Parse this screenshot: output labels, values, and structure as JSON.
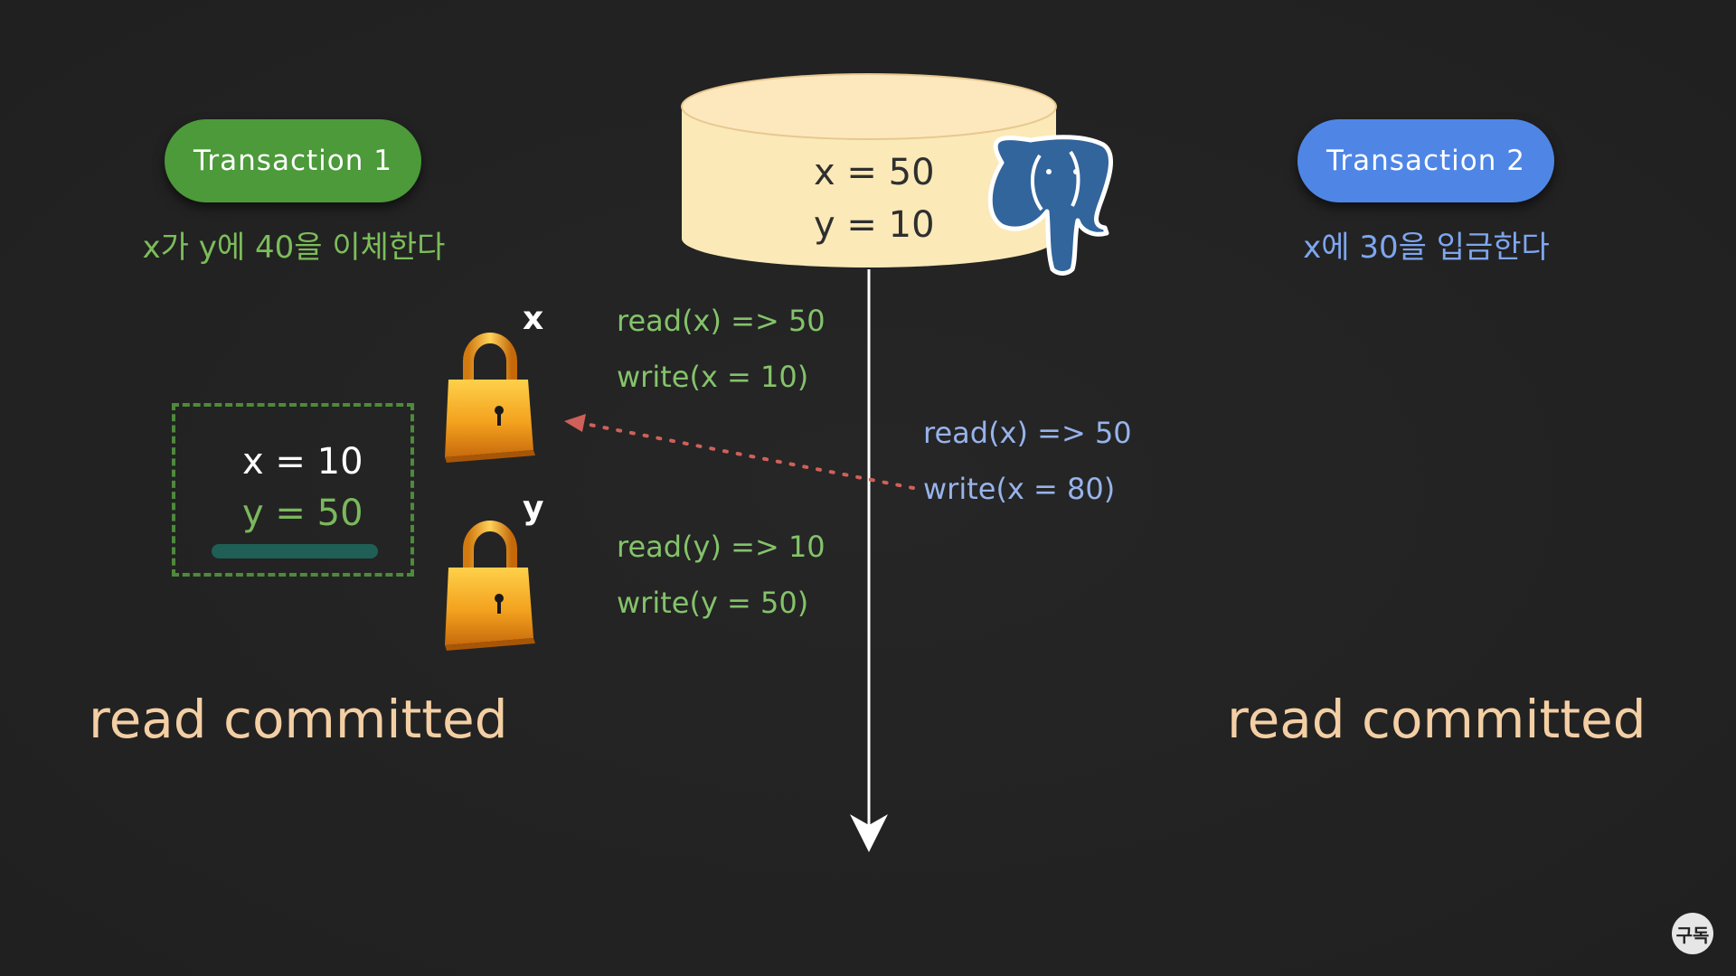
{
  "transaction1": {
    "label": "Transaction 1",
    "description": "x가 y에 40을 이체한다",
    "isolation": "read committed",
    "color": "#4c9a3a"
  },
  "transaction2": {
    "label": "Transaction 2",
    "description": "x에 30을 입금한다",
    "isolation": "read committed",
    "color": "#4f86e6"
  },
  "database": {
    "x_value": "x = 50",
    "y_value": "y = 10",
    "icon": "postgresql-elephant-icon",
    "color": "#fbe9b8"
  },
  "locks": {
    "x_label": "x",
    "y_label": "y",
    "icon": "padlock-icon"
  },
  "t1_operations": {
    "read_x": "read(x) => 50",
    "write_x": "write(x = 10)",
    "read_y": "read(y) => 10",
    "write_y": "write(y = 50)"
  },
  "t2_operations": {
    "read_x": "read(x) => 50",
    "write_x": "write(x = 80)"
  },
  "t1_buffer": {
    "x_value": "x = 10",
    "y_value": "y = 50"
  },
  "badge": {
    "label": "구독"
  }
}
